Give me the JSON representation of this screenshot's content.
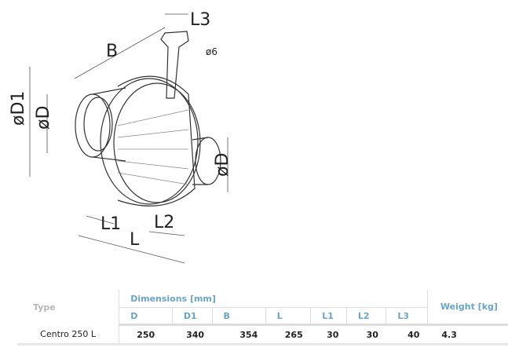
{
  "drawing_labels": {
    "B": "B",
    "L3": "L3",
    "hole": "ø6",
    "D1": "øD1",
    "D_left": "øD",
    "D_right": "øD",
    "L1": "L1",
    "L2": "L2",
    "L": "L"
  },
  "table": {
    "type_header": "Type",
    "dimensions_header": "Dimensions [mm]",
    "weight_header": "Weight [kg]",
    "columns": [
      "D",
      "D1",
      "B",
      "L",
      "L1",
      "L2",
      "L3"
    ],
    "rows": [
      {
        "type": "Centro 250 L",
        "values": [
          "250",
          "340",
          "354",
          "265",
          "30",
          "30",
          "40"
        ],
        "weight": "4.3"
      }
    ]
  }
}
